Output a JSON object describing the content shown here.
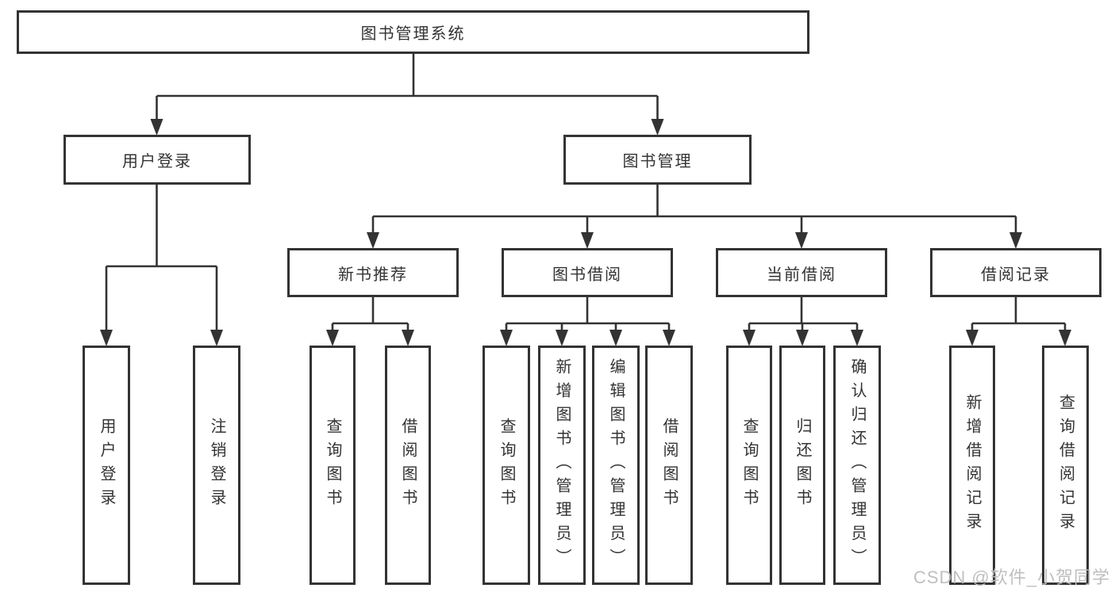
{
  "diagram": {
    "tree": {
      "root": {
        "label": "图书管理系统",
        "children": [
          {
            "label": "用户登录",
            "children": [
              {
                "label": "用户登录"
              },
              {
                "label": "注销登录"
              }
            ]
          },
          {
            "label": "图书管理",
            "children": [
              {
                "label": "新书推荐",
                "children": [
                  {
                    "label": "查询图书"
                  },
                  {
                    "label": "借阅图书"
                  }
                ]
              },
              {
                "label": "图书借阅",
                "children": [
                  {
                    "label": "查询图书"
                  },
                  {
                    "label": "新增图书（管理员）"
                  },
                  {
                    "label": "编辑图书（管理员）"
                  },
                  {
                    "label": "借阅图书"
                  }
                ]
              },
              {
                "label": "当前借阅",
                "children": [
                  {
                    "label": "查询图书"
                  },
                  {
                    "label": "归还图书"
                  },
                  {
                    "label": "确认归还（管理员）"
                  }
                ]
              },
              {
                "label": "借阅记录",
                "children": [
                  {
                    "label": "新增借阅记录"
                  },
                  {
                    "label": "查询借阅记录"
                  }
                ]
              }
            ]
          }
        ]
      }
    },
    "connector_style": "orthogonal-with-solid-arrowheads"
  },
  "watermark": {
    "text": "CSDN @软件_小贺同学"
  },
  "colors": {
    "line": "#333333",
    "text": "#333333",
    "watermark": "#bcbcbc",
    "background": "#ffffff"
  }
}
